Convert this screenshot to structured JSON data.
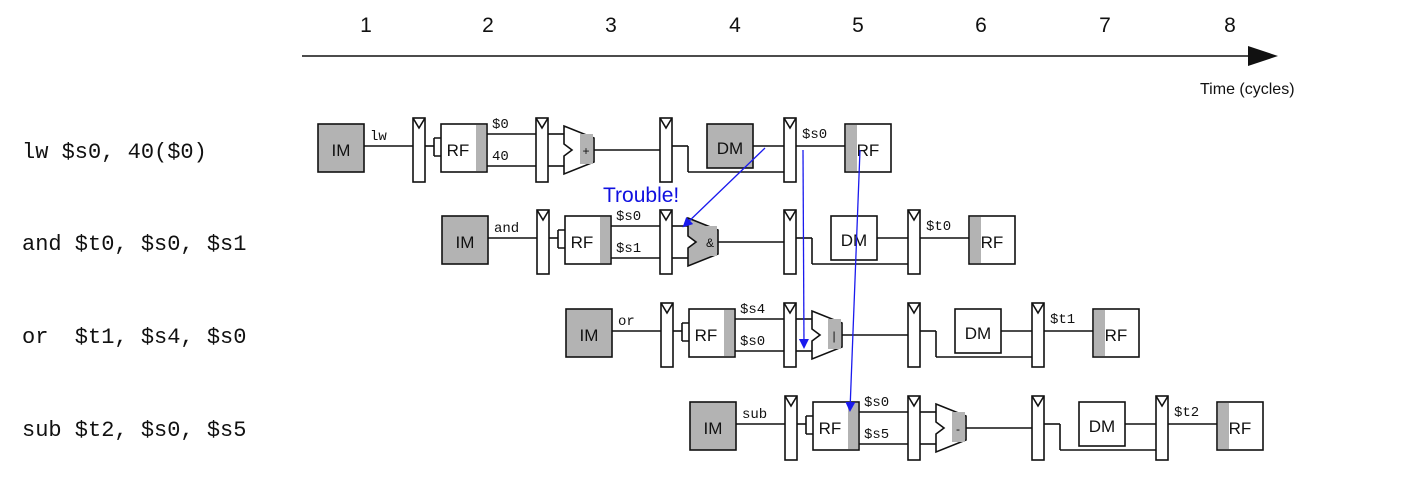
{
  "timeline": {
    "cycles": [
      "1",
      "2",
      "3",
      "4",
      "5",
      "6",
      "7",
      "8"
    ],
    "axis_label": "Time (cycles)"
  },
  "instructions": [
    {
      "text": "lw $s0, 40($0)",
      "im_out": "lw",
      "rf_top": "$0",
      "rf_bottom": "40",
      "alu_op": "+",
      "wb_label": "$s0"
    },
    {
      "text": "and $t0, $s0, $s1",
      "im_out": "and",
      "rf_top": "$s0",
      "rf_bottom": "$s1",
      "alu_op": "&",
      "wb_label": "$t0"
    },
    {
      "text": "or  $t1, $s4, $s0",
      "im_out": "or",
      "rf_top": "$s4",
      "rf_bottom": "$s0",
      "alu_op": "|",
      "wb_label": "$t1"
    },
    {
      "text": "sub $t2, $s0, $s5",
      "im_out": "sub",
      "rf_top": "$s0",
      "rf_bottom": "$s5",
      "alu_op": "-",
      "wb_label": "$t2"
    }
  ],
  "blocks": {
    "im": "IM",
    "rf": "RF",
    "dm": "DM"
  },
  "hazard_label": "Trouble!",
  "colors": {
    "hazard": "#1a1aee",
    "shade": "#b3b3b3"
  }
}
